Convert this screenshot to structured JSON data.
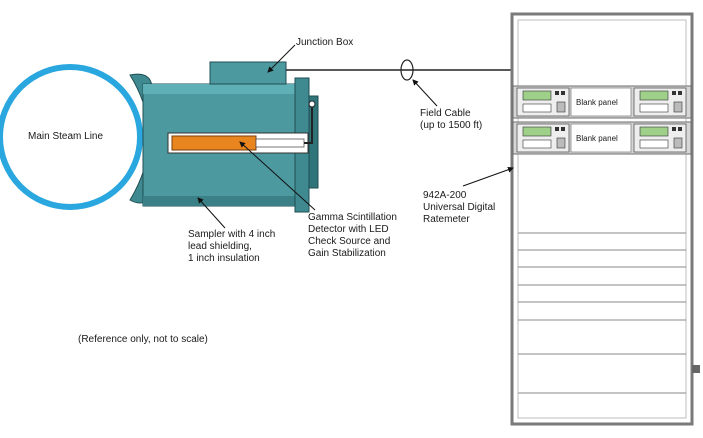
{
  "labels": {
    "main_steam_line": "Main Steam Line",
    "junction_box": "Junction Box",
    "field_cable": "Field Cable\n(up to 1500 ft)",
    "ratemeter": "942A-200\nUniversal Digital\nRatemeter",
    "detector": "Gamma Scintillation\nDetector with LED\nCheck Source and\nGain Stabilization",
    "sampler": "Sampler with 4 inch\nlead shielding,\n1 inch insulation",
    "note": "(Reference only, not to scale)",
    "blank_panel_1": "Blank panel",
    "blank_panel_2": "Blank panel"
  },
  "colors": {
    "pipe_ring": "#2aa7df",
    "sampler_body": "#4c9aa0",
    "sampler_dark": "#2f7479",
    "detector_orange": "#e8851f",
    "cabinet_border": "#7a7a7a"
  }
}
